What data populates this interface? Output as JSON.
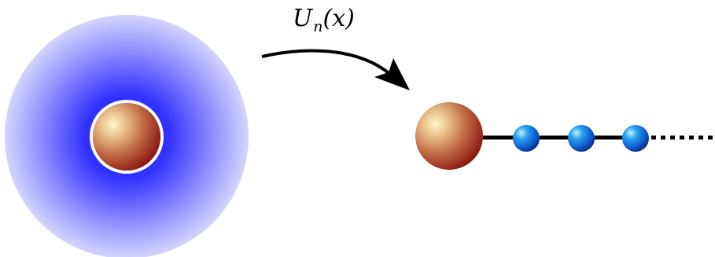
{
  "mapping_label": {
    "symbol": "U",
    "subscript": "n",
    "argument": "(x)"
  },
  "chain": {
    "bath_site_count": 3,
    "continuation": "dotted"
  },
  "colors": {
    "cloud_inner": "#2222ff",
    "cloud_outer": "#c9c9ff",
    "impurity_highlight": "#fff6c8",
    "impurity_mid": "#d08a5a",
    "impurity_dark": "#8e1a12",
    "bath_site_highlight": "#bfe9ff",
    "bath_site_mid": "#1f8fe0",
    "bath_site_dark": "#0a2f9a",
    "bond": "#000000",
    "arrow": "#000000"
  }
}
